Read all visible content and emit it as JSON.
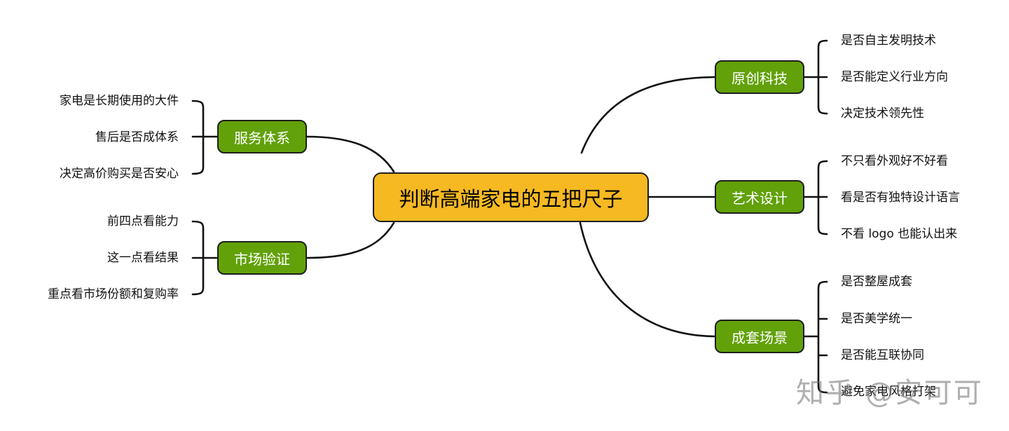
{
  "root": {
    "label": "判断高端家电的五把尺子"
  },
  "branches": {
    "original_tech": {
      "label": "原创科技",
      "items": [
        "是否自主发明技术",
        "是否能定义行业方向",
        "决定技术领先性"
      ]
    },
    "art_design": {
      "label": "艺术设计",
      "items": [
        "不只看外观好不好看",
        "看是否有独特设计语言",
        "不看 logo 也能认出来"
      ]
    },
    "suite_scene": {
      "label": "成套场景",
      "items": [
        "是否整屋成套",
        "是否美学统一",
        "是否能互联协同",
        "避免家电风格打架"
      ]
    },
    "service_system": {
      "label": "服务体系",
      "items": [
        "家电是长期使用的大件",
        "售后是否成体系",
        "决定高价购买是否安心"
      ]
    },
    "market_validation": {
      "label": "市场验证",
      "items": [
        "前四点看能力",
        "这一点看结果",
        "重点看市场份额和复购率"
      ]
    }
  },
  "watermark": "知乎 @安可可",
  "colors": {
    "root_fill": "#f6b922",
    "branch_fill": "#62a10a",
    "line": "#111111"
  }
}
